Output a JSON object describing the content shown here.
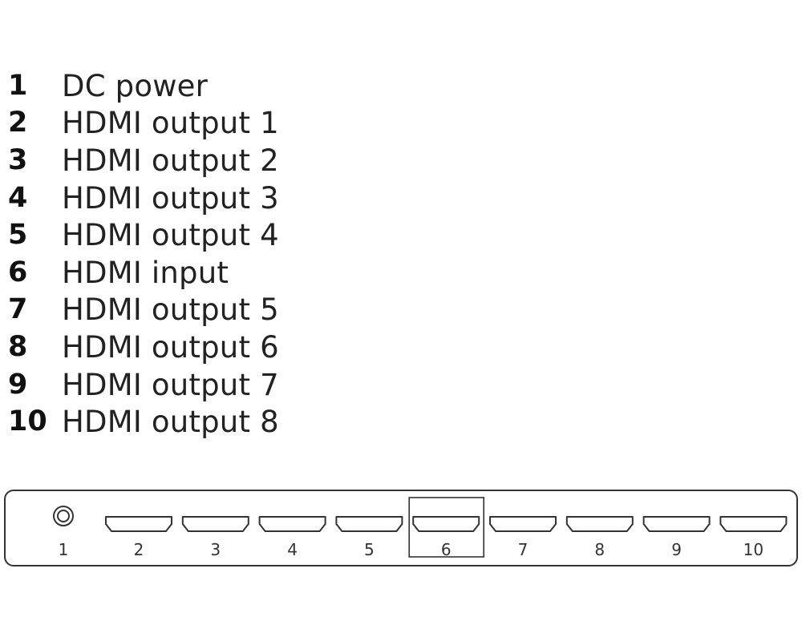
{
  "legend": [
    {
      "num": "1",
      "label": "DC power"
    },
    {
      "num": "2",
      "label": "HDMI output 1"
    },
    {
      "num": "3",
      "label": "HDMI output 2"
    },
    {
      "num": "4",
      "label": "HDMI output 3"
    },
    {
      "num": "5",
      "label": "HDMI output 4"
    },
    {
      "num": "6",
      "label": "HDMI input"
    },
    {
      "num": "7",
      "label": "HDMI output 5"
    },
    {
      "num": "8",
      "label": "HDMI output 6"
    },
    {
      "num": "9",
      "label": "HDMI output 7"
    },
    {
      "num": "10",
      "label": "HDMI output 8"
    }
  ],
  "device": {
    "ports": [
      {
        "label": "1",
        "kind": "dc-jack"
      },
      {
        "label": "2",
        "kind": "hdmi"
      },
      {
        "label": "3",
        "kind": "hdmi"
      },
      {
        "label": "4",
        "kind": "hdmi"
      },
      {
        "label": "5",
        "kind": "hdmi"
      },
      {
        "label": "6",
        "kind": "hdmi",
        "highlighted": true
      },
      {
        "label": "7",
        "kind": "hdmi"
      },
      {
        "label": "8",
        "kind": "hdmi"
      },
      {
        "label": "9",
        "kind": "hdmi"
      },
      {
        "label": "10",
        "kind": "hdmi"
      }
    ]
  },
  "colors": {
    "stroke": "#333333",
    "text": "#111111"
  }
}
